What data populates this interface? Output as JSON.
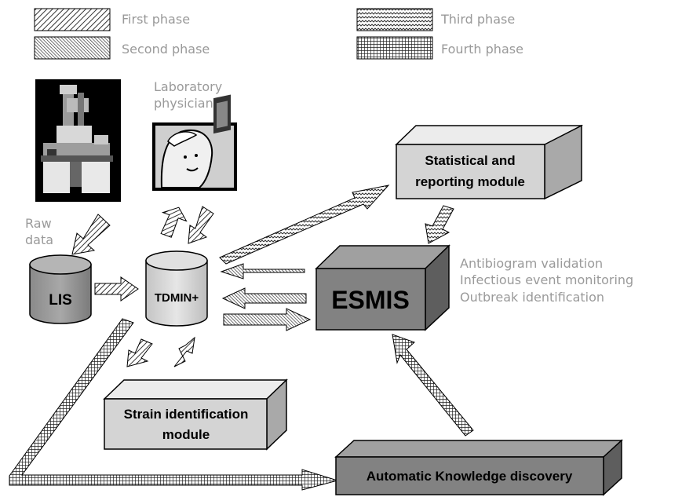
{
  "legend": [
    {
      "label": "First phase",
      "pattern": "diag-fine"
    },
    {
      "label": "Second phase",
      "pattern": "diag-dense"
    },
    {
      "label": "Third phase",
      "pattern": "wave"
    },
    {
      "label": "Fourth phase",
      "pattern": "grid"
    }
  ],
  "labels": {
    "lab_physician_1": "Laboratory",
    "lab_physician_2": "physician",
    "raw_data_1": "Raw",
    "raw_data_2": "data",
    "esmis_func_1": "Antibiogram validation",
    "esmis_func_2": "Infectious event monitoring",
    "esmis_func_3": "Outbreak identification"
  },
  "nodes": {
    "lis": "LIS",
    "tdmin": "TDMIN+",
    "esmis": "ESMIS",
    "stat_1": "Statistical and",
    "stat_2": "reporting module",
    "strain_1": "Strain identification",
    "strain_2": "module",
    "akd": "Automatic Knowledge discovery"
  },
  "colors": {
    "box_light": "#d4d4d4",
    "box_dark": "#808080",
    "grey_text": "#9a9a9a"
  }
}
